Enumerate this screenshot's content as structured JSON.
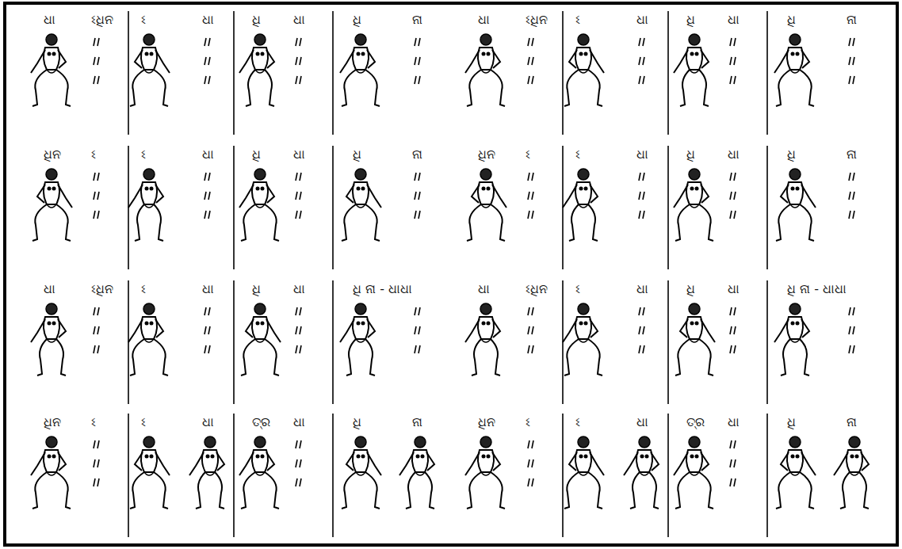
{
  "diagram": {
    "labels": [
      "ଧା",
      "ଽଧିନ",
      "ଽ",
      "ଧା",
      "ଧି",
      "ଧା",
      "ଧି",
      "ନା",
      "ଧିନ",
      "ଽ",
      "ଽ",
      "ଧା",
      "ଧି",
      "ଧା",
      "ଧି",
      "ନା",
      "ଧା",
      "ଽଧିନ",
      "ଽ",
      "ଧା",
      "ଧି",
      "ଧା",
      "ଧି ନା - ଧାଧା",
      "ଧିନ",
      "ଽ",
      "ଽ",
      "ଧା",
      "ତ୍ର",
      "ଧା",
      "ଧି",
      "ନା",
      "ଧା",
      "ଽଧିନ",
      "ଽ",
      "ଧା",
      "ଧି",
      "ଧା",
      "ଧି",
      "ନା",
      "ଧିନ",
      "ଽ",
      "ଽ",
      "ଧା",
      "ଧି",
      "ଧା",
      "ଧି",
      "ନା",
      "ଧା",
      "ଽଧିନ",
      "ଽ",
      "ଧା",
      "ଧି",
      "ଧା",
      "ଧି ନା - ଧାଧା",
      "ଧିନ",
      "ଽ",
      "ଽ",
      "ଧା",
      "ତ୍ର",
      "ଧା",
      "ଧି",
      "ନା"
    ]
  }
}
